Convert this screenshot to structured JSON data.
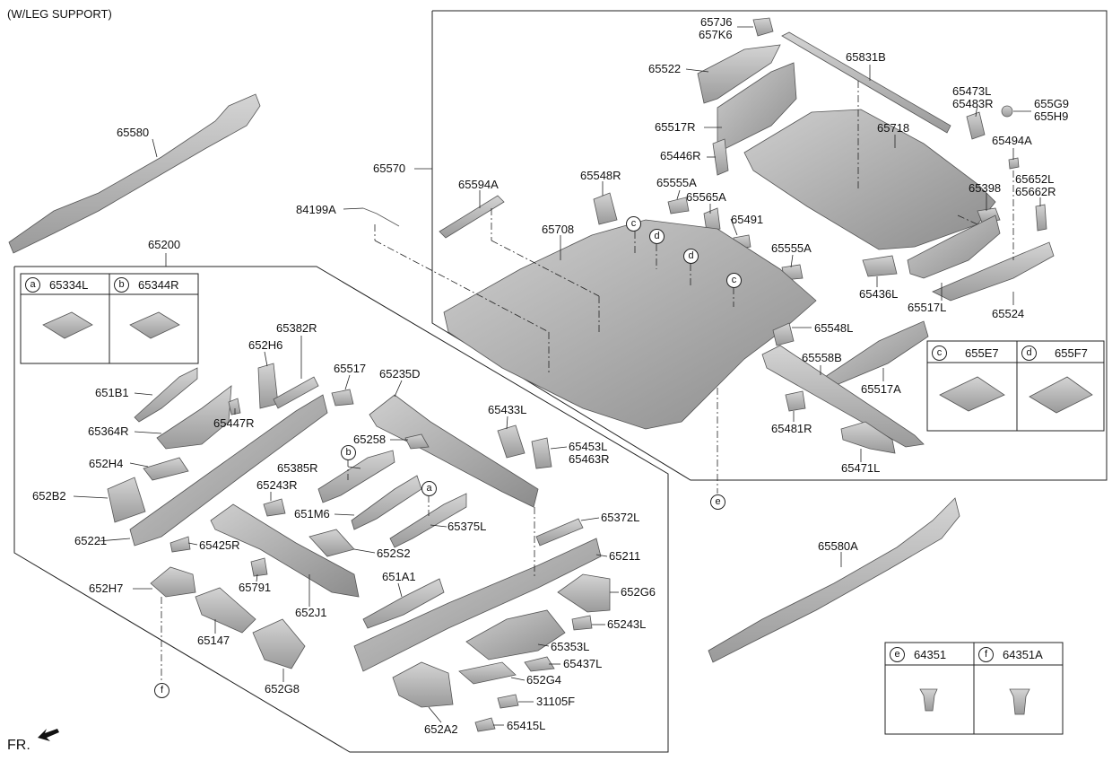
{
  "header_note": "(W/LEG SUPPORT)",
  "direction_label": "FR.",
  "part_labels": {
    "p65580": "65580",
    "p65200": "65200",
    "p65570": "65570",
    "p84199A": "84199A",
    "p657J6": "657J6",
    "p657K6": "657K6",
    "p65522": "65522",
    "p65831B": "65831B",
    "p65473L": "65473L",
    "p65483R": "65483R",
    "p655G9": "655G9",
    "p655H9": "655H9",
    "p65517R": "65517R",
    "p65718": "65718",
    "p65446R": "65446R",
    "p65494A": "65494A",
    "p65548R": "65548R",
    "p65555A_1": "65555A",
    "p65594A": "65594A",
    "p65565A": "65565A",
    "p65652L": "65652L",
    "p65662R": "65662R",
    "p65398": "65398",
    "p65708": "65708",
    "p65491": "65491",
    "p65555A_2": "65555A",
    "p65436L": "65436L",
    "p65517L": "65517L",
    "p65524": "65524",
    "p65548L": "65548L",
    "p65558B": "65558B",
    "p65517A": "65517A",
    "p65481R": "65481R",
    "p65471L": "65471L",
    "p65382R": "65382R",
    "p652H6": "652H6",
    "p65517": "65517",
    "p65235D": "65235D",
    "p651B1": "651B1",
    "p65447R": "65447R",
    "p65364R": "65364R",
    "p65433L": "65433L",
    "p65258": "65258",
    "p65453L": "65453L",
    "p65463R": "65463R",
    "p652H4": "652H4",
    "p65385R": "65385R",
    "p65243R": "65243R",
    "p652B2": "652B2",
    "p651M6": "651M6",
    "p65375L": "65375L",
    "p65372L": "65372L",
    "p65221": "65221",
    "p65425R": "65425R",
    "p652S2": "652S2",
    "p65211": "65211",
    "p652H7": "652H7",
    "p65791": "65791",
    "p651A1": "651A1",
    "p652G6": "652G6",
    "p652J1": "652J1",
    "p65243L": "65243L",
    "p65147": "65147",
    "p65353L": "65353L",
    "p65437L": "65437L",
    "p652G8": "652G8",
    "p652G4": "652G4",
    "p31105F": "31105F",
    "p652A2": "652A2",
    "p65415L": "65415L",
    "p65580A": "65580A"
  },
  "callout_letters": {
    "a": "a",
    "b": "b",
    "c": "c",
    "d": "d",
    "e": "e",
    "f": "f"
  },
  "inset_ab": {
    "a_part": "65334L",
    "b_part": "65344R"
  },
  "inset_cd": {
    "c_part": "655E7",
    "d_part": "655F7"
  },
  "inset_ef": {
    "e_part": "64351",
    "f_part": "64351A"
  },
  "colors": {
    "part_fill": "#b9b9b9",
    "part_dark": "#8e8e8e",
    "line": "#222222"
  }
}
